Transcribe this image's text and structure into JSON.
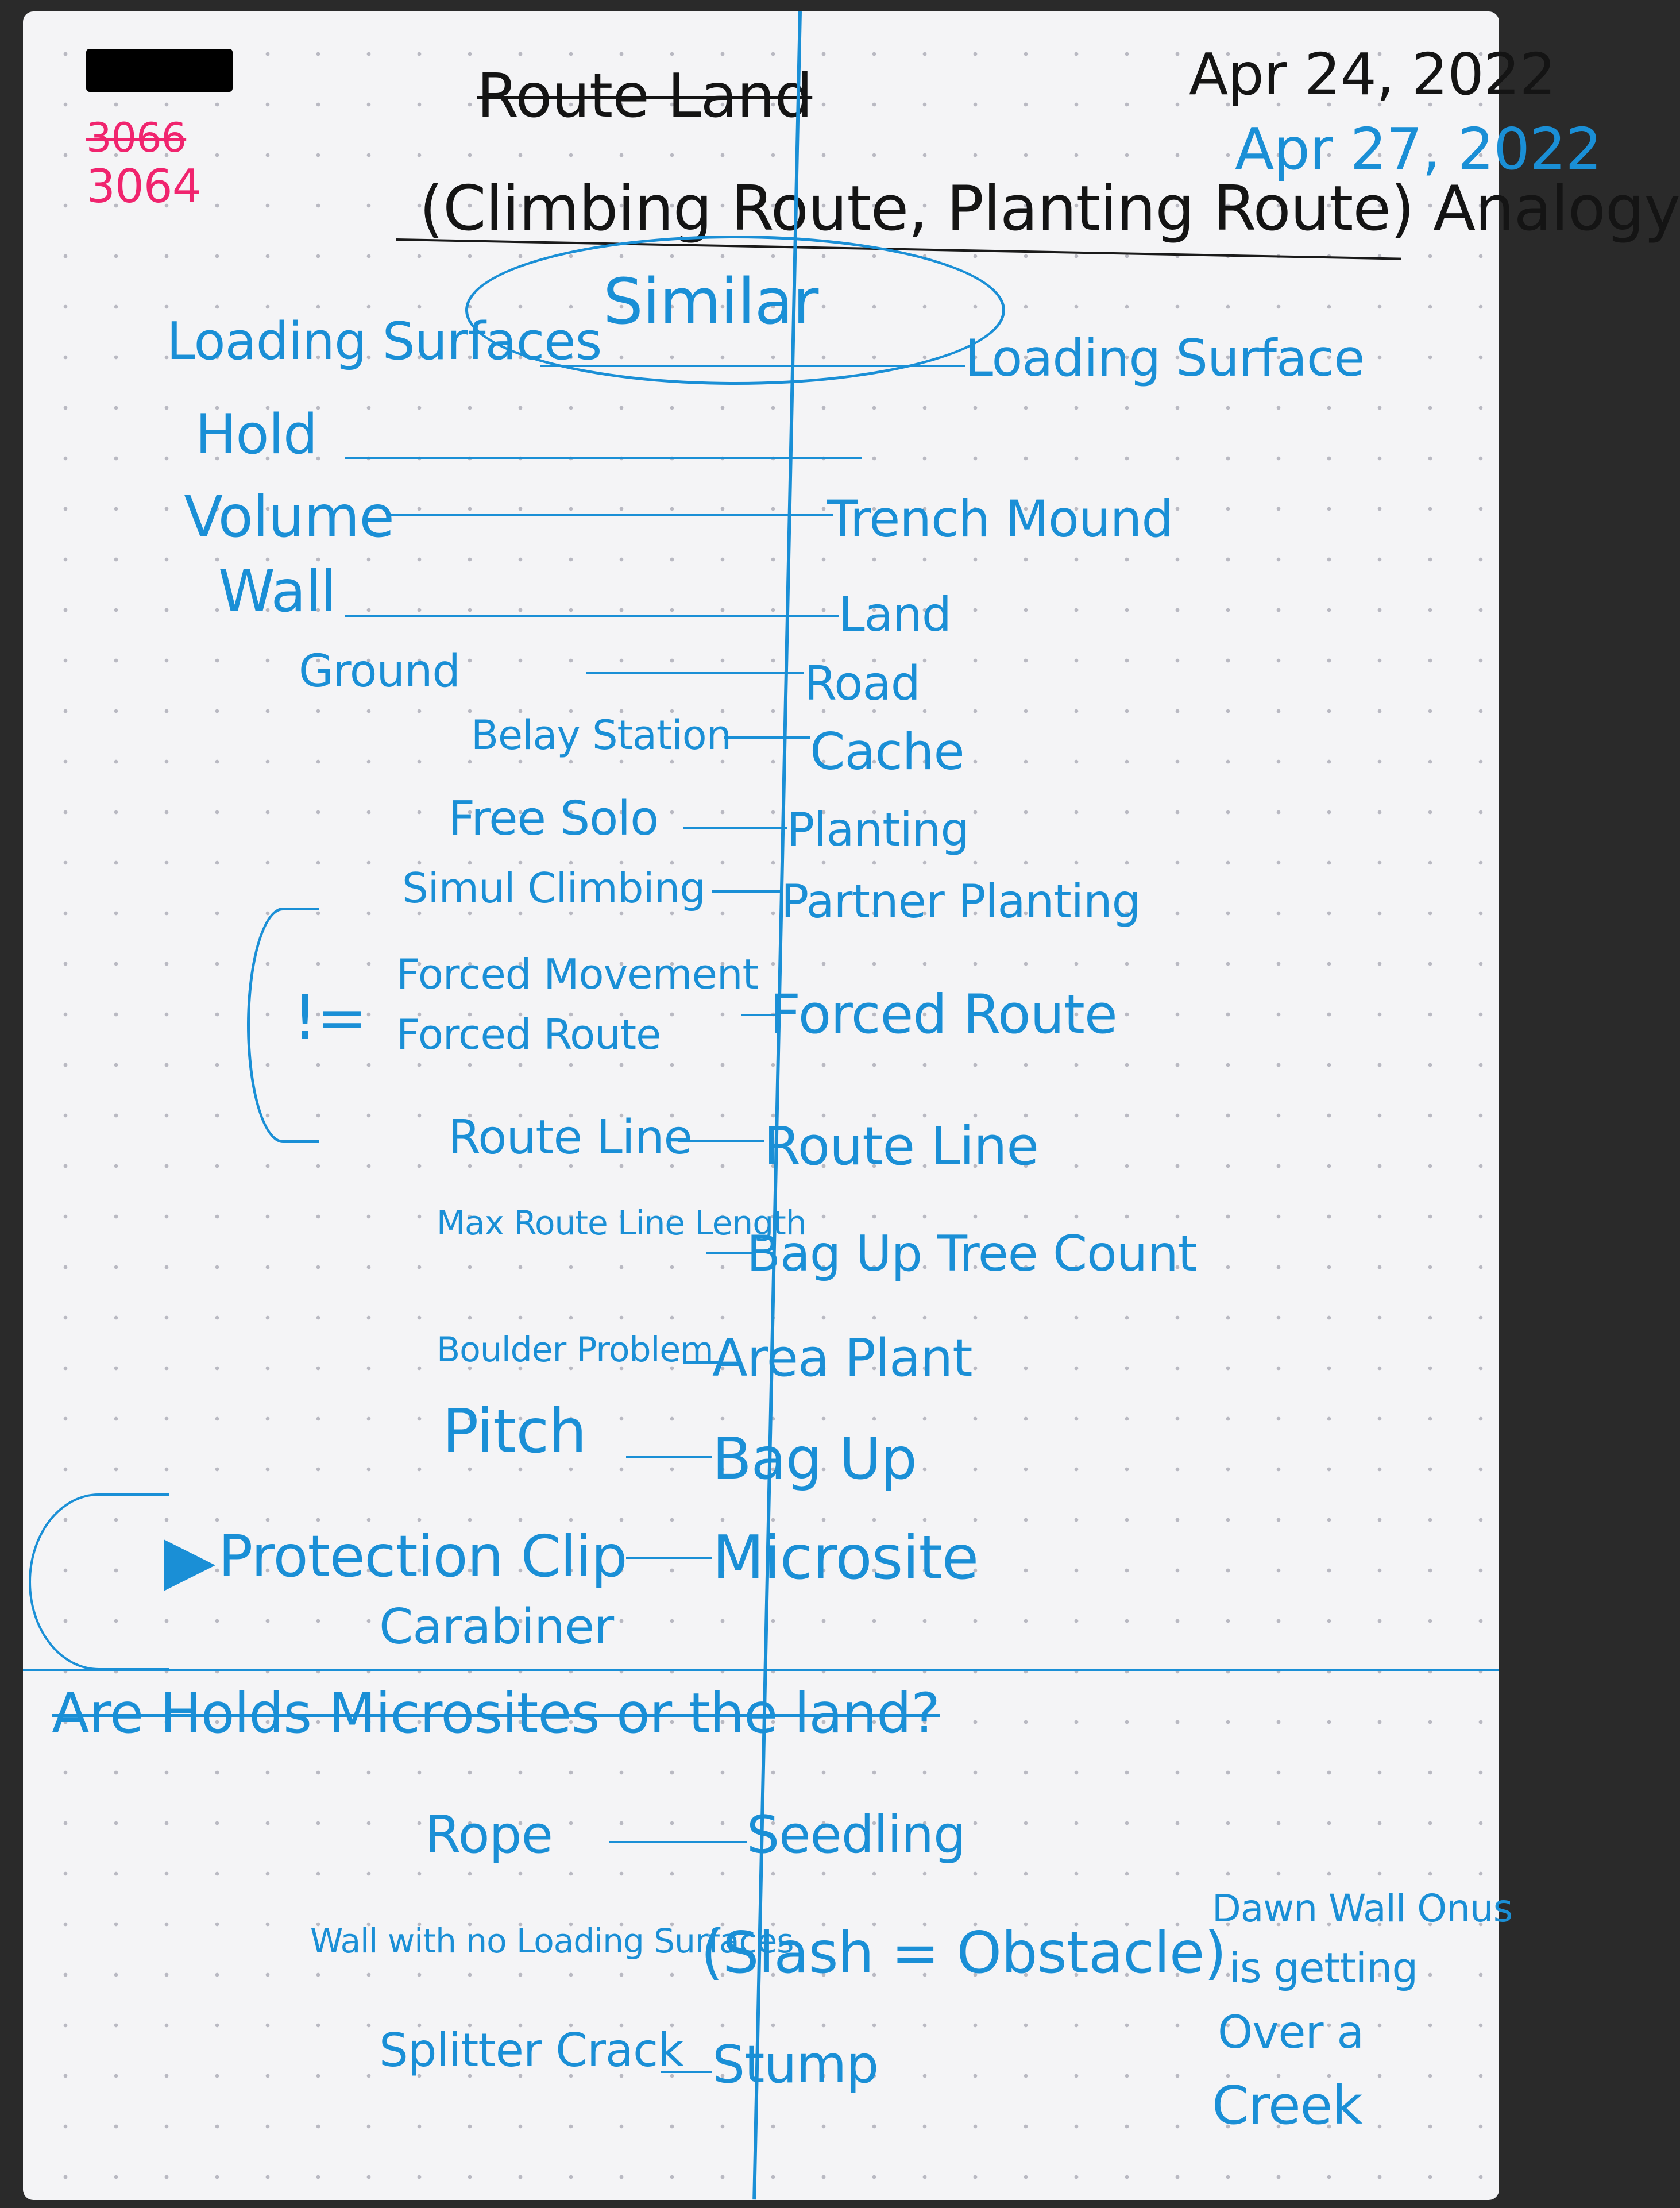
{
  "header": {
    "page_numbers": [
      "3066",
      "3064"
    ],
    "struck_number": "3066",
    "title": "Route Land",
    "subtitle": "(Climbing Route, Planting Route) Analogy",
    "date_1": "Apr 24, 2022",
    "date_2": "Apr 27, 2022",
    "section_label": "Similar"
  },
  "left_column": [
    "Loading Surfaces",
    "Hold",
    "Volume",
    "Wall",
    "Ground",
    "Belay Station",
    "Free Solo",
    "Simul Climbing",
    "Forced Movement",
    "Forced Route",
    "Route Line",
    "Max Route Line Length",
    "Boulder Problem",
    "Pitch",
    "Protection Clip",
    "Carabiner"
  ],
  "right_column": [
    "Loading Surface",
    "Trench Mound",
    "Land",
    "Road",
    "Cache",
    "Planting",
    "Partner Planting",
    "Forced Route",
    "Route Line",
    "Bag Up Tree Count",
    "Area Plant",
    "Bag Up",
    "Microsite"
  ],
  "marks": {
    "not_equal": "!="
  },
  "question": "Are Holds Microsites or the land?",
  "lower_left": [
    "Rope",
    "Wall with no Loading Surfaces",
    "Splitter Crack"
  ],
  "lower_right": [
    "Seedling",
    "(Slash = Obstacle)",
    "Stump"
  ],
  "side_note": [
    "Dawn Wall Onus",
    "is getting",
    "Over a",
    "Creek"
  ],
  "colors": {
    "ink_blue": "#1a8fd6",
    "ink_black": "#141414",
    "ink_pink": "#f0246e",
    "paper": "#f4f4f6"
  }
}
